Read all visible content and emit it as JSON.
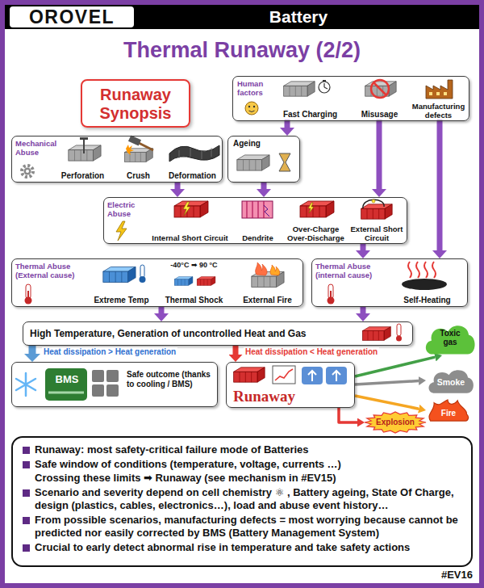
{
  "diagram": {
    "title": "Thermal Runaway (2/2)",
    "nodes": [
      {
        "text": [
          "Runaway Synopsis"
        ]
      },
      {
        "text": [
          "Human factors"
        ]
      },
      {
        "text": [
          "Fast Charging"
        ],
        "in": 1
      },
      {
        "text": [
          "Misusage"
        ],
        "in": 1
      },
      {
        "text": [
          "Manufacturing defects"
        ],
        "in": 1
      },
      {
        "text": [
          "Mechanical Abuse"
        ]
      },
      {
        "text": [
          "Perforation"
        ],
        "in": 5
      },
      {
        "text": [
          "Crush"
        ],
        "in": 5
      },
      {
        "text": [
          "Deformation"
        ],
        "in": 5
      },
      {
        "text": [
          "Ageing"
        ]
      },
      {
        "text": [
          "Electric Abuse"
        ]
      },
      {
        "text": [
          "Internal Short Circuit"
        ],
        "in": 10
      },
      {
        "text": [
          "Dendrite"
        ],
        "in": 10
      },
      {
        "text": [
          "Over-Charge Over-Discharge"
        ],
        "in": 10
      },
      {
        "text": [
          "External Short Circuit"
        ],
        "in": 10
      },
      {
        "text": [
          "Thermal Abuse (External cause)"
        ]
      },
      {
        "text": [
          "Extreme Temp"
        ],
        "in": 15
      },
      {
        "text": [
          "-40°C ➡ 90 °C",
          "Thermal Shock"
        ],
        "in": 15
      },
      {
        "text": [
          "External Fire"
        ],
        "in": 15
      },
      {
        "text": [
          "Thermal Abuse (internal cause)"
        ]
      },
      {
        "text": [
          "Self-Heating"
        ],
        "in": 19
      },
      {
        "text": [
          "High Temperature, Generation of uncontrolled Heat and Gas"
        ]
      },
      {
        "text": [
          "BMS",
          "Safe outcome (thanks to cooling / BMS)"
        ]
      },
      {
        "text": [
          "Runaway"
        ]
      },
      {
        "text": [
          "Toxic gas"
        ]
      },
      {
        "text": [
          "Smoke"
        ]
      },
      {
        "text": [
          "Fire"
        ]
      },
      {
        "text": [
          "Explosion"
        ]
      },
      {
        "text": [
          "Runaway: most safety-critical failure mode of Batteries",
          "Safe window of conditions (temperature, voltage, currents …)",
          "Crossing these limits ➡ Runaway (see mechanism in #EV15)",
          "Scenario and severity depend on cell chemistry ⚛ , Battery ageing, State Of Charge, design (plastics, cables, electronics…), load and abuse event history…",
          "From possible scenarios, manufacturing defects = most worrying because cannot be predicted nor easily corrected by BMS (Battery Management System)",
          "Crucial to early detect abnormal rise in temperature and take safety actions"
        ]
      }
    ],
    "edges": [
      {
        "from": 2,
        "to": 9,
        "arrow": "to"
      },
      {
        "from": 3,
        "to": 10,
        "arrow": "to"
      },
      {
        "from": 4,
        "to": 19,
        "arrow": "to"
      },
      {
        "from": 5,
        "to": 10,
        "arrow": "to"
      },
      {
        "from": 9,
        "to": 10,
        "arrow": "to"
      },
      {
        "from": 10,
        "to": 19,
        "arrow": "to"
      },
      {
        "from": 15,
        "to": 21,
        "arrow": "to"
      },
      {
        "from": 19,
        "to": 21,
        "arrow": "to"
      },
      {
        "from": 21,
        "to": 22,
        "label": "Heat dissipation > Heat generation",
        "arrow": "to"
      },
      {
        "from": 21,
        "to": 23,
        "label": "Heat dissipation < Heat generation",
        "arrow": "to"
      },
      {
        "from": 23,
        "to": 24,
        "arrow": "to"
      },
      {
        "from": 23,
        "to": 25,
        "arrow": "to"
      },
      {
        "from": 23,
        "to": 26,
        "arrow": "to"
      },
      {
        "from": 23,
        "to": 27,
        "arrow": "to"
      }
    ],
    "labels": [
      "OROVEL",
      "Battery",
      "#EV16"
    ]
  }
}
